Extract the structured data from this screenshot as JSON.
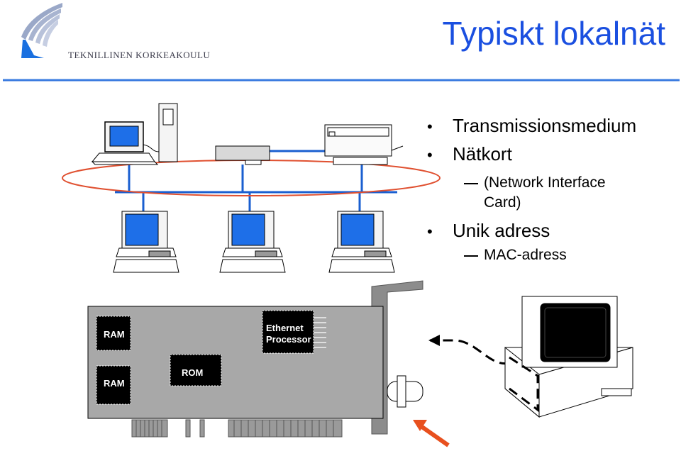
{
  "header": {
    "title": "Typiskt lokalnät",
    "logo_text": "TEKNILLINEN KORKEAKOULU"
  },
  "bullets": {
    "item1": "Transmissionsmedium",
    "item2": "Nätkort",
    "item2_sub_line1": "(Network Interface",
    "item2_sub_line2": "Card)",
    "item3": "Unik adress",
    "item3_sub": "MAC-adress"
  },
  "card": {
    "ram_top": "RAM",
    "ram_bottom": "RAM",
    "rom": "ROM",
    "processor_line1": "Ethernet",
    "processor_line2": "Processor"
  },
  "colors": {
    "title": "#1a4fe0",
    "cable": "#1a5fd0",
    "ring": "#e05030",
    "screen": "#1e6fe8",
    "arrow": "#e8501e",
    "rule": "#3a7be0"
  }
}
